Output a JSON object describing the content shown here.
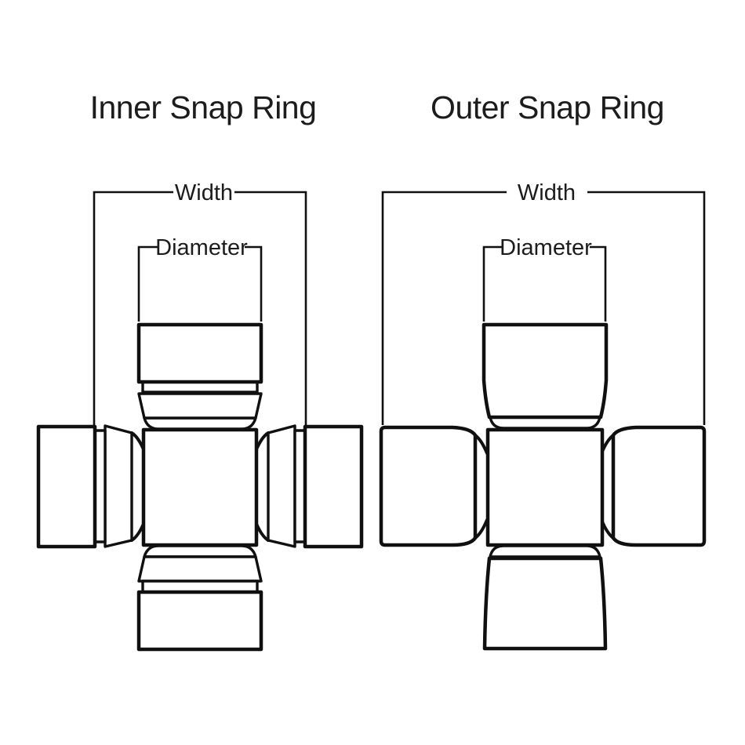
{
  "canvas": {
    "background": "#ffffff",
    "line_color": "#101010",
    "text_color": "#1c1c1c"
  },
  "diagrams": [
    {
      "id": "inner-snap-ring",
      "title": "Inner Snap Ring",
      "width_label": "Width",
      "diameter_label": "Diameter"
    },
    {
      "id": "outer-snap-ring",
      "title": "Outer Snap Ring",
      "width_label": "Width",
      "diameter_label": "Diameter"
    }
  ]
}
